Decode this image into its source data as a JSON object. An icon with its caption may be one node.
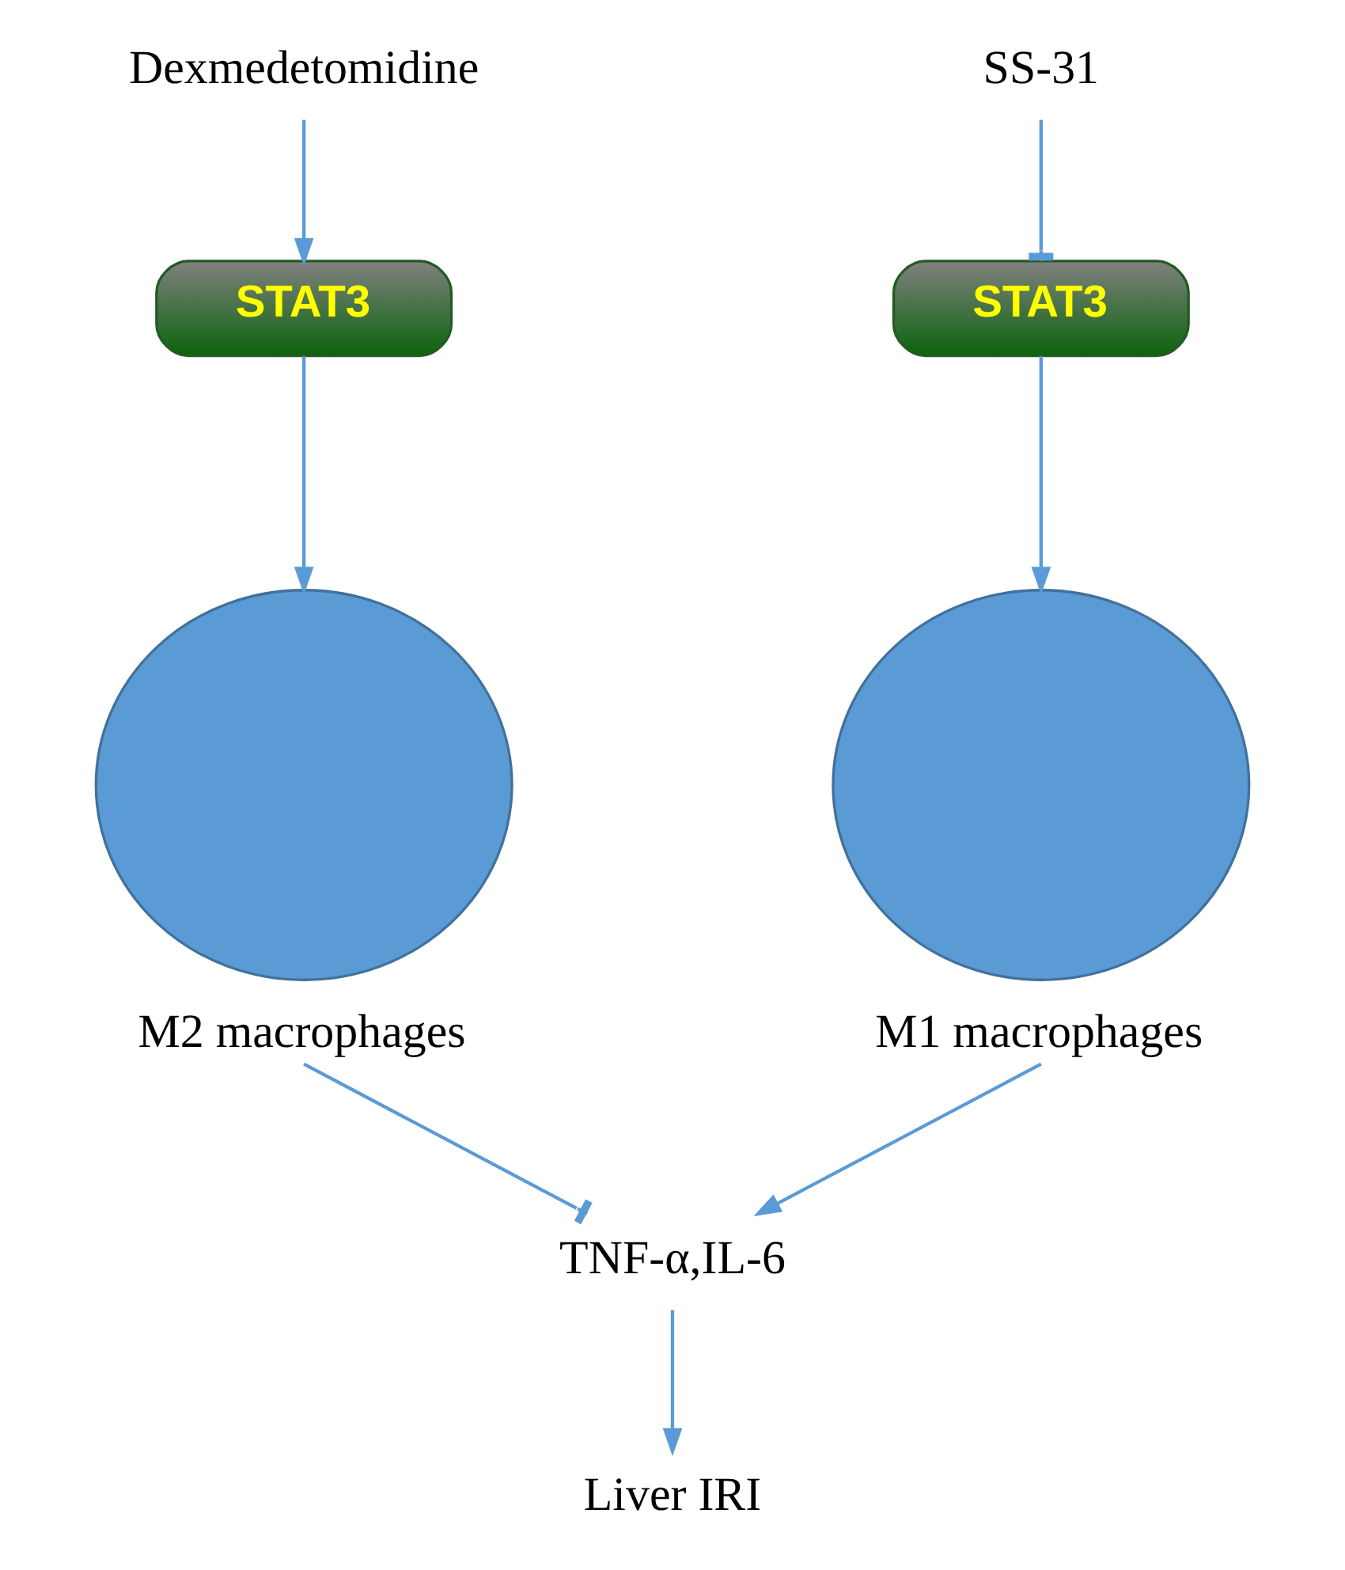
{
  "diagram": {
    "nodes": [
      {
        "text": [
          "Dexmedetomidine"
        ]
      },
      {
        "text": [
          "SS-31"
        ]
      },
      {
        "text": [
          "STAT3"
        ]
      },
      {
        "text": [
          "STAT3"
        ]
      },
      {
        "text": [
          "M2 macrophages"
        ]
      },
      {
        "text": [
          "M1 macrophages"
        ]
      },
      {
        "text": [
          "TNF-α,IL-6"
        ]
      },
      {
        "text": [
          "Liver IRI"
        ]
      }
    ],
    "edges": [
      {
        "from": 0,
        "to": 2,
        "arrow": "to"
      },
      {
        "from": 1,
        "to": 3,
        "arrow": "other"
      },
      {
        "from": 2,
        "to": 4,
        "arrow": "to"
      },
      {
        "from": 3,
        "to": 5,
        "arrow": "to"
      },
      {
        "from": 4,
        "to": 6,
        "arrow": "other"
      },
      {
        "from": 5,
        "to": 6,
        "arrow": "to"
      },
      {
        "from": 6,
        "to": 7,
        "arrow": "to"
      }
    ]
  }
}
